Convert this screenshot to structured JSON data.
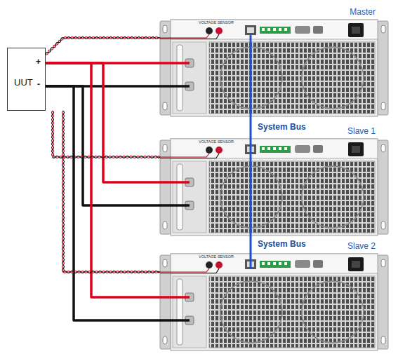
{
  "diagram": {
    "nodes": [
      {
        "text": [
          "UUT"
        ]
      },
      {
        "text": [
          "Master",
          "VOLTAGE SENSOR"
        ]
      },
      {
        "text": [
          "Slave 1",
          "VOLTAGE SENSOR"
        ]
      },
      {
        "text": [
          "Slave 2",
          "VOLTAGE SENSOR"
        ]
      }
    ],
    "edges": [
      {
        "from": 0,
        "to": 1,
        "arrow": "none"
      },
      {
        "from": 0,
        "to": 1,
        "arrow": "none"
      },
      {
        "from": 0,
        "to": 1,
        "arrow": "none"
      },
      {
        "from": 0,
        "to": 2,
        "arrow": "none"
      },
      {
        "from": 0,
        "to": 2,
        "arrow": "none"
      },
      {
        "from": 0,
        "to": 2,
        "arrow": "none"
      },
      {
        "from": 0,
        "to": 3,
        "arrow": "none"
      },
      {
        "from": 0,
        "to": 3,
        "arrow": "none"
      },
      {
        "from": 0,
        "to": 3,
        "arrow": "none"
      },
      {
        "from": 1,
        "to": 2,
        "label": "System Bus",
        "arrow": "none"
      },
      {
        "from": 2,
        "to": 3,
        "label": "System Bus",
        "arrow": "none"
      }
    ],
    "labels": [
      "+",
      "-"
    ]
  }
}
